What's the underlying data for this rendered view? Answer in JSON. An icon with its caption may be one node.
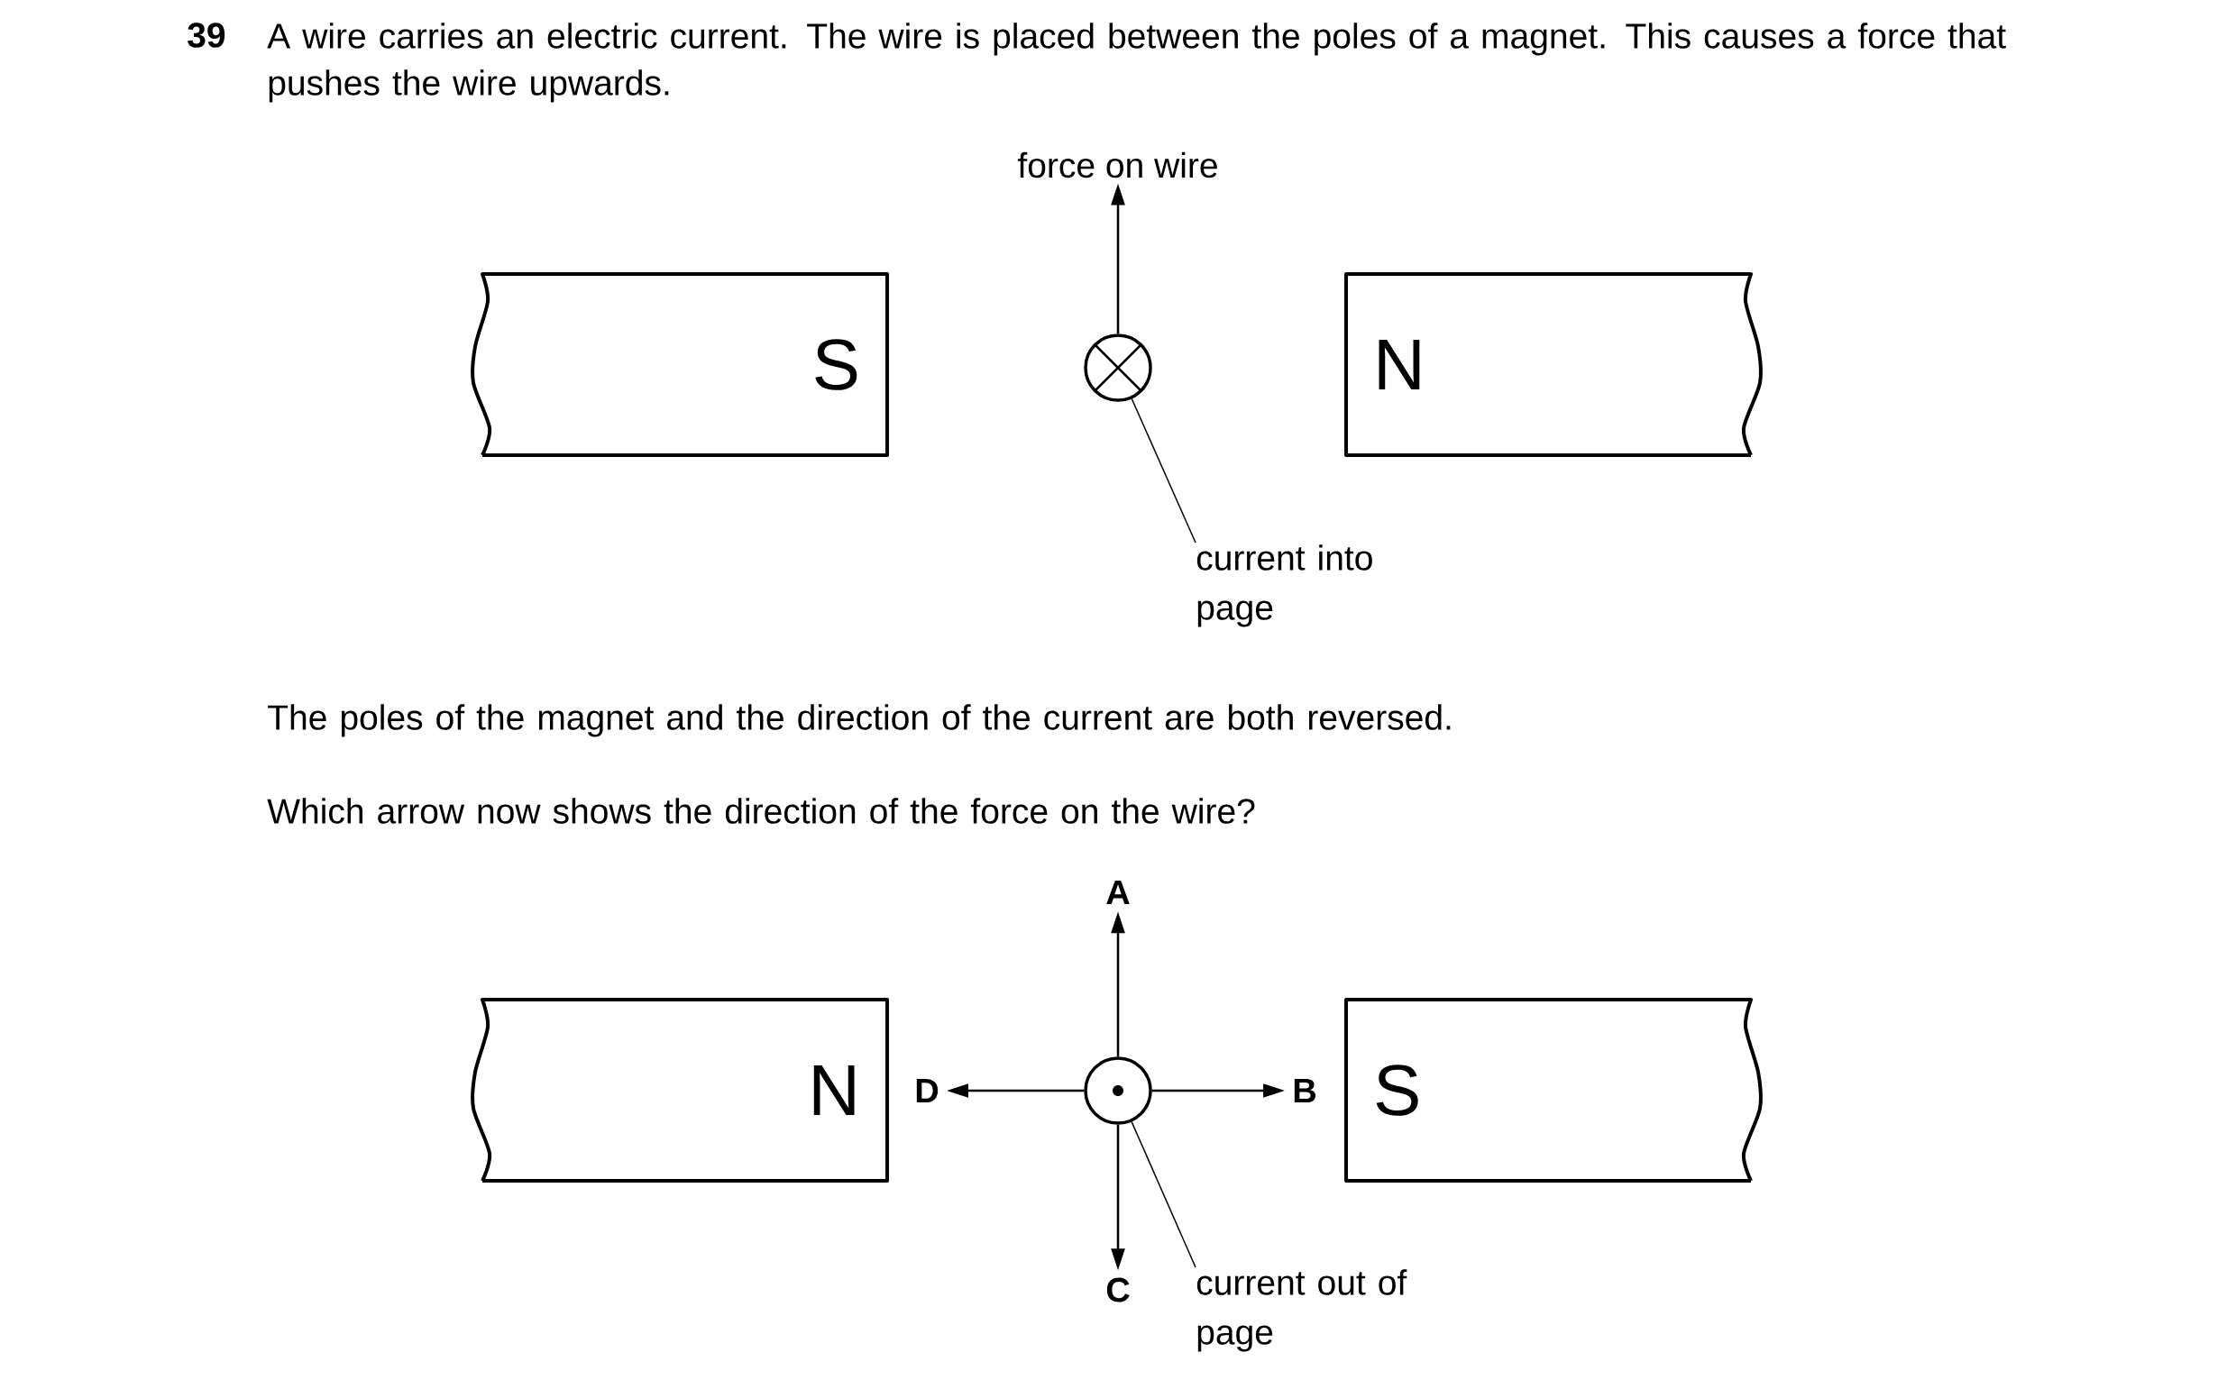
{
  "diagram": {
    "nodes": [
      {
        "text": [
          "S"
        ]
      },
      {
        "text": [],
        "shape": "circle"
      },
      {
        "text": [
          "N"
        ]
      },
      {
        "text": [
          "force on wire"
        ]
      },
      {
        "text": [
          "current into page"
        ]
      },
      {
        "text": [
          "N"
        ]
      },
      {
        "text": [],
        "shape": "circle"
      },
      {
        "text": [
          "S"
        ]
      },
      {
        "text": [
          "A"
        ]
      },
      {
        "text": [
          "B"
        ]
      },
      {
        "text": [
          "C"
        ]
      },
      {
        "text": [
          "D"
        ]
      },
      {
        "text": [
          "current out of page"
        ]
      }
    ],
    "edges": [
      {
        "from": 1,
        "to": 3,
        "arrow": "to"
      },
      {
        "from": 4,
        "to": 1,
        "arrow": "none"
      },
      {
        "from": 6,
        "to": 8,
        "arrow": "to"
      },
      {
        "from": 6,
        "to": 9,
        "arrow": "to"
      },
      {
        "from": 6,
        "to": 10,
        "arrow": "to"
      },
      {
        "from": 6,
        "to": 11,
        "arrow": "to"
      },
      {
        "from": 12,
        "to": 6,
        "arrow": "none"
      }
    ],
    "labels": [
      "39",
      "A wire carries an electric current. The wire is placed between the poles of a magnet. This causes a force that pushes the wire upwards.",
      "The poles of the magnet and the direction of the current are both reversed.",
      "Which arrow now shows the direction of the force on the wire?"
    ]
  }
}
